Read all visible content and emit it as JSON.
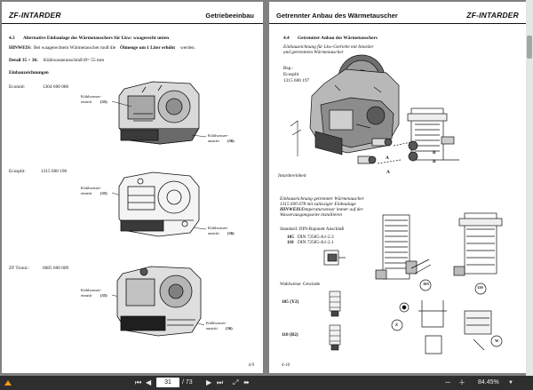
{
  "left_page": {
    "header": {
      "brand": "ZF-INTARDER",
      "title": "Getriebeeinbau"
    },
    "section_number": "4.3",
    "section_title": "Alternative Einbaulage des Wärmetauschers für Lkw: waagerecht unten",
    "hinweis_label": "HINWEIS:",
    "hinweis_text": "Bei waagerechtem Wärmetauscher muß die",
    "hinweis_bold": "Ölmenge um 1 Liter erhöht",
    "hinweis_end": "werden.",
    "detail_label": "Detail 35 + 36:",
    "detail_text": "Kühlwasseranschluß Ø= 55 mm",
    "drawings_title": "Einbauzeichnungen",
    "figures": [
      {
        "variant": "Ecomid:",
        "number": "1304 600 086",
        "inlet": "Kühlwasser-",
        "inlet2": "eintritt",
        "inlet_no": "(35)",
        "outlet": "Kühlwasser-",
        "outlet2": "austritt",
        "outlet_no": "(36)"
      },
      {
        "variant": "Ecosplit:",
        "number": "1315 600 196",
        "inlet": "Kühlwasser-",
        "inlet2": "eintritt",
        "inlet_no": "(35)",
        "outlet": "Kühlwasser-",
        "outlet2": "austritt",
        "outlet_no": "(36)"
      },
      {
        "variant": "ZF Tronic:",
        "number": "6085 600 009",
        "inlet": "Kühlwasser-",
        "inlet2": "eintritt",
        "inlet_no": "(35)",
        "outlet": "Kühlwasser-",
        "outlet2": "austritt",
        "outlet_no": "(36)"
      }
    ],
    "page_number": "4-9"
  },
  "right_page": {
    "header": {
      "brand": "ZF-INTARDER",
      "title": "Getrennter Anbau des Wärmetauscher"
    },
    "section_number": "4.4",
    "section_title": "Getrennter Anbau des Wärmetauschers",
    "caption1_l1": "Einbauzeichnung für Lkw-Getriebe mit Intarder",
    "caption1_l2": "und getrenntem Wärmetauscher",
    "example_l1": "Bsp.:",
    "example_l2": "Ecosplit",
    "example_l3": "1315 600 197",
    "intarder_label": "Intardereinheit",
    "caption2_l1": "Einbauzeichnung getrennter Wärmetauscher",
    "caption2_l2": "1315 600 678 mit zulässiger Einbaulage",
    "caption2_l3_bold": "HINWEIS:",
    "caption2_l3": "Temperatursensor immer auf der",
    "caption2_l4": "Wasserausgangsseite installieren",
    "standard_label": "Standard: DIN-Bajonett Anschluß",
    "din_105": "105",
    "din_105_text": "DIN 72585-A1-2.3",
    "din_110": "110",
    "din_110_text": "DIN 72585-A1-2.1",
    "wahlweise": "Wahlweise: Gewinde",
    "opt_105": "105 (Y2)",
    "opt_110": "110 (B2)",
    "labels": {
      "A": "A",
      "B": "B",
      "n105": "105",
      "n110": "110",
      "Z": "Z",
      "W": "W"
    },
    "page_number": "4-10"
  },
  "toolbar": {
    "page_current": "31",
    "page_total": "/ 73",
    "zoom": "84.45%"
  }
}
